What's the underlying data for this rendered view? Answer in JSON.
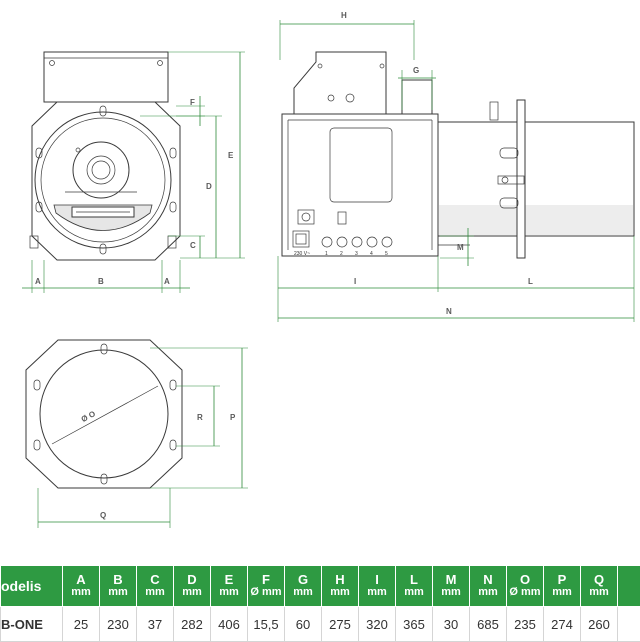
{
  "colors": {
    "accent": "#2e9a42",
    "dimension": "#2e8b3a",
    "outline": "#3a3a3a"
  },
  "dimension_labels": {
    "A_left": "A",
    "B": "B",
    "A_right": "A",
    "C": "C",
    "D": "D",
    "E": "E",
    "F": "F",
    "H": "H",
    "G": "G",
    "I": "I",
    "L": "L",
    "M": "M",
    "N": "N",
    "O": "Ø O",
    "P": "P",
    "Q": "Q",
    "R": "R"
  },
  "panel": {
    "voltage": "230 V~",
    "sockets": [
      "1",
      "2",
      "3",
      "4",
      "5"
    ]
  },
  "table": {
    "model_header": "odelis",
    "columns": [
      {
        "code": "A",
        "unit": "mm"
      },
      {
        "code": "B",
        "unit": "mm"
      },
      {
        "code": "C",
        "unit": "mm"
      },
      {
        "code": "D",
        "unit": "mm"
      },
      {
        "code": "E",
        "unit": "mm"
      },
      {
        "code": "F",
        "unit": "Ø mm"
      },
      {
        "code": "G",
        "unit": "mm"
      },
      {
        "code": "H",
        "unit": "mm"
      },
      {
        "code": "I",
        "unit": "mm"
      },
      {
        "code": "L",
        "unit": "mm"
      },
      {
        "code": "M",
        "unit": "mm"
      },
      {
        "code": "N",
        "unit": "mm"
      },
      {
        "code": "O",
        "unit": "Ø mm"
      },
      {
        "code": "P",
        "unit": "mm"
      },
      {
        "code": "Q",
        "unit": "mm"
      },
      {
        "code": "",
        "unit": ""
      }
    ],
    "rows": [
      {
        "model": "B-ONE",
        "values": [
          "25",
          "230",
          "37",
          "282",
          "406",
          "15,5",
          "60",
          "275",
          "320",
          "365",
          "30",
          "685",
          "235",
          "274",
          "260",
          ""
        ]
      }
    ]
  }
}
